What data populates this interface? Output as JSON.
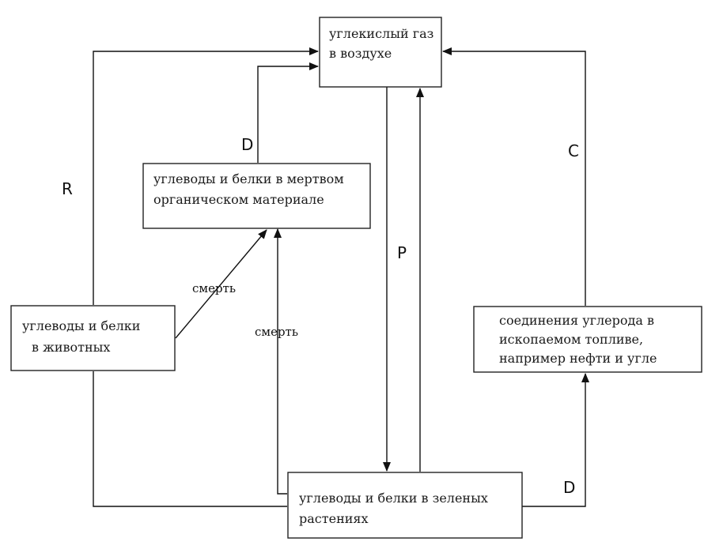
{
  "boxes": {
    "co2_air": {
      "lines": [
        "углекислый газ",
        "в воздухе"
      ]
    },
    "dead_matter": {
      "lines": [
        "углеводы и белки в мертвом",
        "органическом материале"
      ]
    },
    "animals": {
      "lines": [
        "углеводы и белки",
        "в животных"
      ]
    },
    "fossil_fuel": {
      "lines": [
        "соединения углерода в",
        "ископаемом топливе,",
        "например нефти и угле"
      ]
    },
    "green_plants": {
      "lines": [
        "углеводы и белки в зеленых",
        "растениях"
      ]
    }
  },
  "labels": {
    "r": "R",
    "d_top": "D",
    "c": "C",
    "p": "P",
    "death_animals": "смерть",
    "death_plants": "смерть",
    "d_bottom": "D"
  },
  "colors": {
    "stroke": "#111111",
    "background": "#ffffff"
  }
}
